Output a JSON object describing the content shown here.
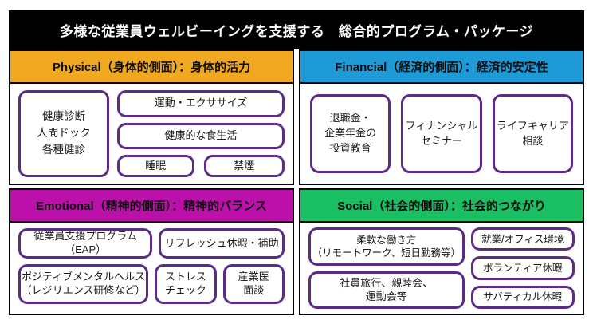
{
  "title": "多様な従業員ウェルビーイングを支援する　総合的プログラム・パッケージ",
  "colors": {
    "title_bar": "#000000",
    "physical": "#F0A820",
    "financial": "#1E9AD6",
    "emotional": "#BC10AA",
    "social": "#1ABE63",
    "box_border": "#5B2C86"
  },
  "quadrants": {
    "physical": {
      "header": "Physical（身体的側面）：身体的活力",
      "items": {
        "checkup": "健康診断\n人間ドック\n各種健診",
        "exercise": "運動・エクササイズ",
        "healthy_diet": "健康的な食生活",
        "sleep": "睡眠",
        "no_smoking": "禁煙"
      }
    },
    "financial": {
      "header": "Financial（経済的側面）：経済的安定性",
      "items": {
        "pension_education": "退職金・\n企業年金の\n投資教育",
        "financial_seminar": "フィナンシャル\nセミナー",
        "life_career": "ライフキャリア\n相談"
      }
    },
    "emotional": {
      "header": "Emotional（精神的側面）：精神的バランス",
      "items": {
        "eap": "従業員支援プログラム\n（EAP）",
        "refresh_leave": "リフレッシュ休暇・補助",
        "positive_mental_health": "ポジティブメンタルヘルス\n（レジリエンス研修など）",
        "stress_check": "ストレス\nチェック",
        "occupational_doctor": "産業医\n面談"
      }
    },
    "social": {
      "header": "Social（社会的側面）：社会的つながり",
      "items": {
        "flexible_work": "柔軟な働き方\n（リモートワーク、短日勤務等）",
        "office_environment": "就業/オフィス環境",
        "company_events": "社員旅行、親睦会、\n運動会等",
        "volunteer_leave": "ボランティア休暇",
        "sabbatical_leave": "サバティカル休暇"
      }
    }
  }
}
